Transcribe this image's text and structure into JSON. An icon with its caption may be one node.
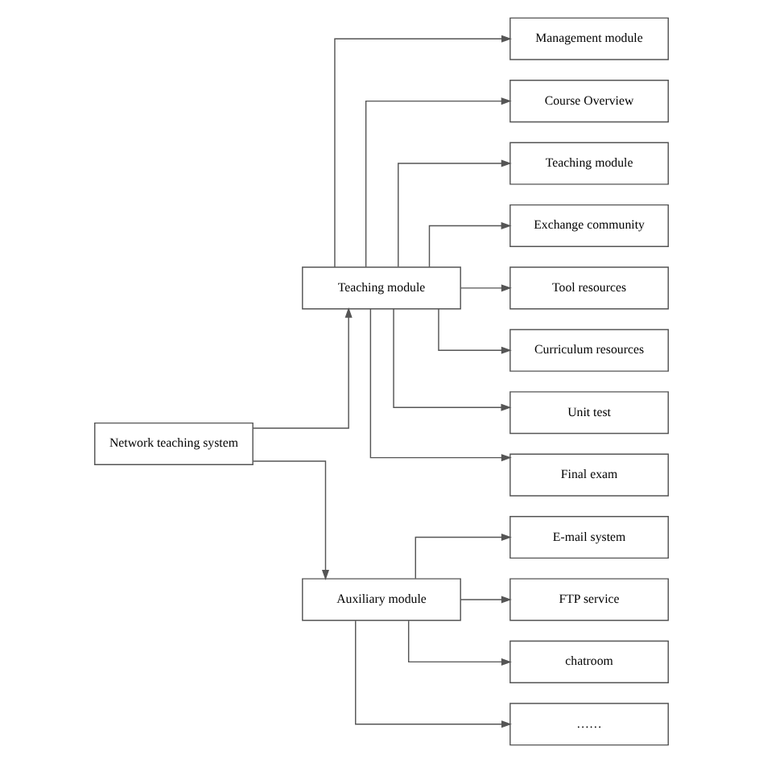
{
  "diagram": {
    "nodes": [
      {
        "text": [
          "Network teaching system"
        ]
      },
      {
        "text": [
          "Teaching module"
        ]
      },
      {
        "text": [
          "Auxiliary module"
        ]
      },
      {
        "text": [
          "Management module"
        ]
      },
      {
        "text": [
          "Course Overview"
        ]
      },
      {
        "text": [
          "Teaching module"
        ]
      },
      {
        "text": [
          "Exchange community"
        ]
      },
      {
        "text": [
          "Tool resources"
        ]
      },
      {
        "text": [
          "Curriculum resources"
        ]
      },
      {
        "text": [
          "Unit test"
        ]
      },
      {
        "text": [
          "Final exam"
        ]
      },
      {
        "text": [
          "E-mail system"
        ]
      },
      {
        "text": [
          "FTP service"
        ]
      },
      {
        "text": [
          "chatroom"
        ]
      },
      {
        "text": [
          "……"
        ]
      }
    ],
    "edges": [
      {
        "from": 0,
        "to": 1,
        "arrow": "to"
      },
      {
        "from": 0,
        "to": 2,
        "arrow": "to"
      },
      {
        "from": 1,
        "to": 3,
        "arrow": "to"
      },
      {
        "from": 1,
        "to": 4,
        "arrow": "to"
      },
      {
        "from": 1,
        "to": 5,
        "arrow": "to"
      },
      {
        "from": 1,
        "to": 6,
        "arrow": "to"
      },
      {
        "from": 1,
        "to": 7,
        "arrow": "to"
      },
      {
        "from": 1,
        "to": 8,
        "arrow": "to"
      },
      {
        "from": 1,
        "to": 9,
        "arrow": "to"
      },
      {
        "from": 1,
        "to": 10,
        "arrow": "to"
      },
      {
        "from": 2,
        "to": 11,
        "arrow": "to"
      },
      {
        "from": 2,
        "to": 12,
        "arrow": "to"
      },
      {
        "from": 2,
        "to": 13,
        "arrow": "to"
      },
      {
        "from": 2,
        "to": 14,
        "arrow": "to"
      }
    ]
  }
}
